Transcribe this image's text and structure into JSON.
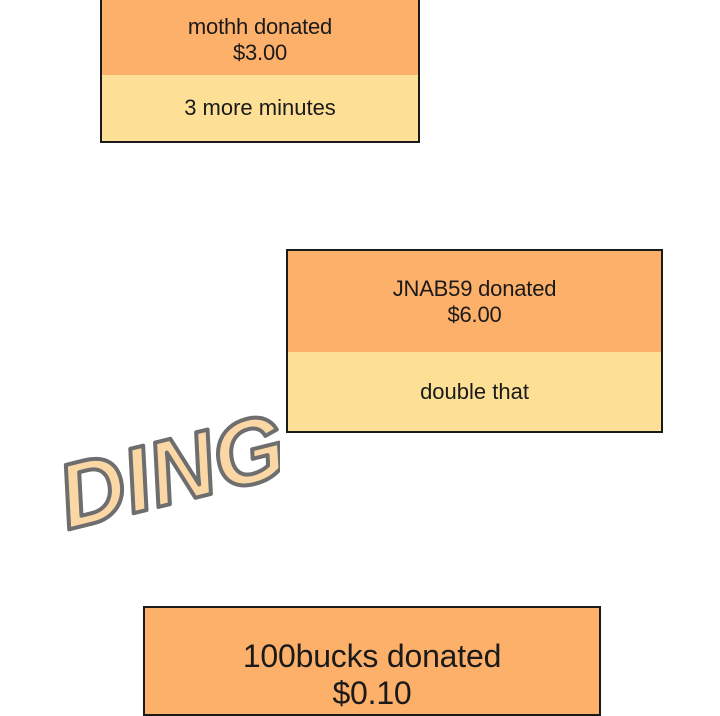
{
  "donations": [
    {
      "donor_line": "mothh donated",
      "amount": "$3.00",
      "message": "3 more minutes"
    },
    {
      "donor_line": "JNAB59 donated",
      "amount": "$6.00",
      "message": "double that"
    },
    {
      "donor_line": "100bucks donated",
      "amount": "$0.10"
    }
  ],
  "sound_effect": {
    "text": "DING",
    "fill_color": "#fbd7a6",
    "stroke_color": "#6e6e6e"
  },
  "colors": {
    "header": "#fdb06a",
    "message": "#fde096",
    "border": "#1a1a1a"
  }
}
